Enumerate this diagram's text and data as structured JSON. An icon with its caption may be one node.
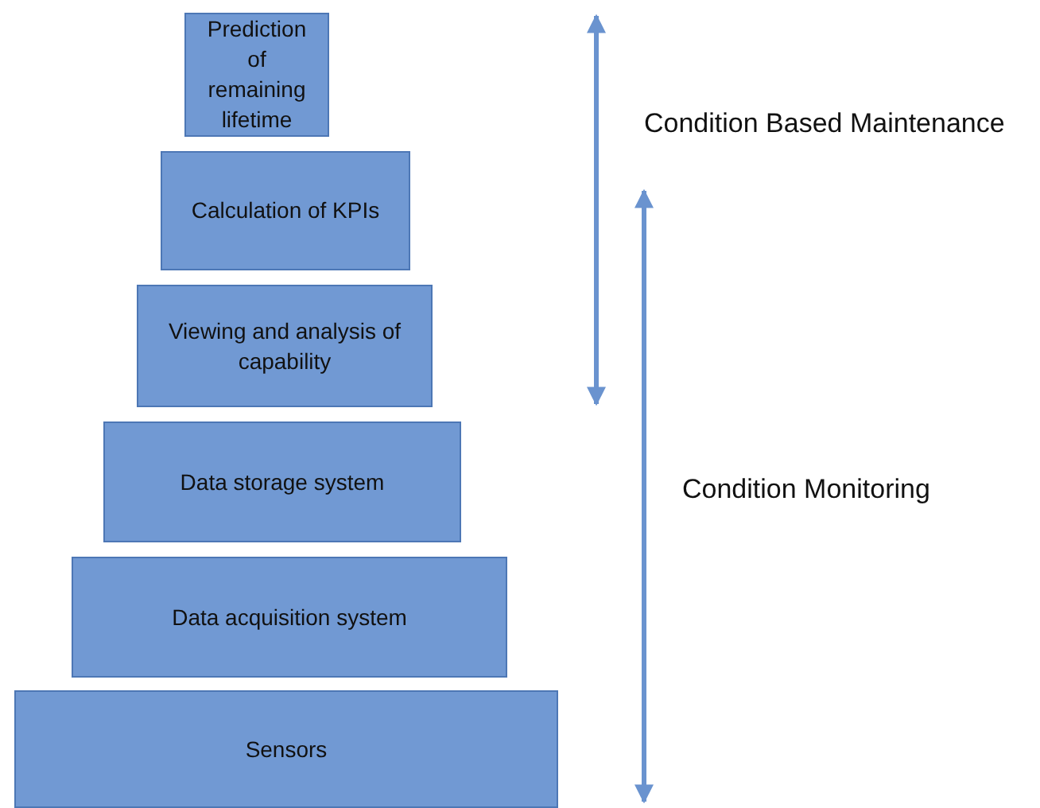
{
  "diagram": {
    "nodes": [
      {
        "text": [
          "Prediction of remaining lifetime"
        ]
      },
      {
        "text": [
          "Calculation of KPIs"
        ]
      },
      {
        "text": [
          "Viewing and analysis of capability"
        ]
      },
      {
        "text": [
          "Data storage system"
        ]
      },
      {
        "text": [
          "Data acquisition system"
        ]
      },
      {
        "text": [
          "Sensors"
        ]
      }
    ],
    "labels": [
      "Condition Based Maintenance",
      "Condition Monitoring"
    ]
  }
}
